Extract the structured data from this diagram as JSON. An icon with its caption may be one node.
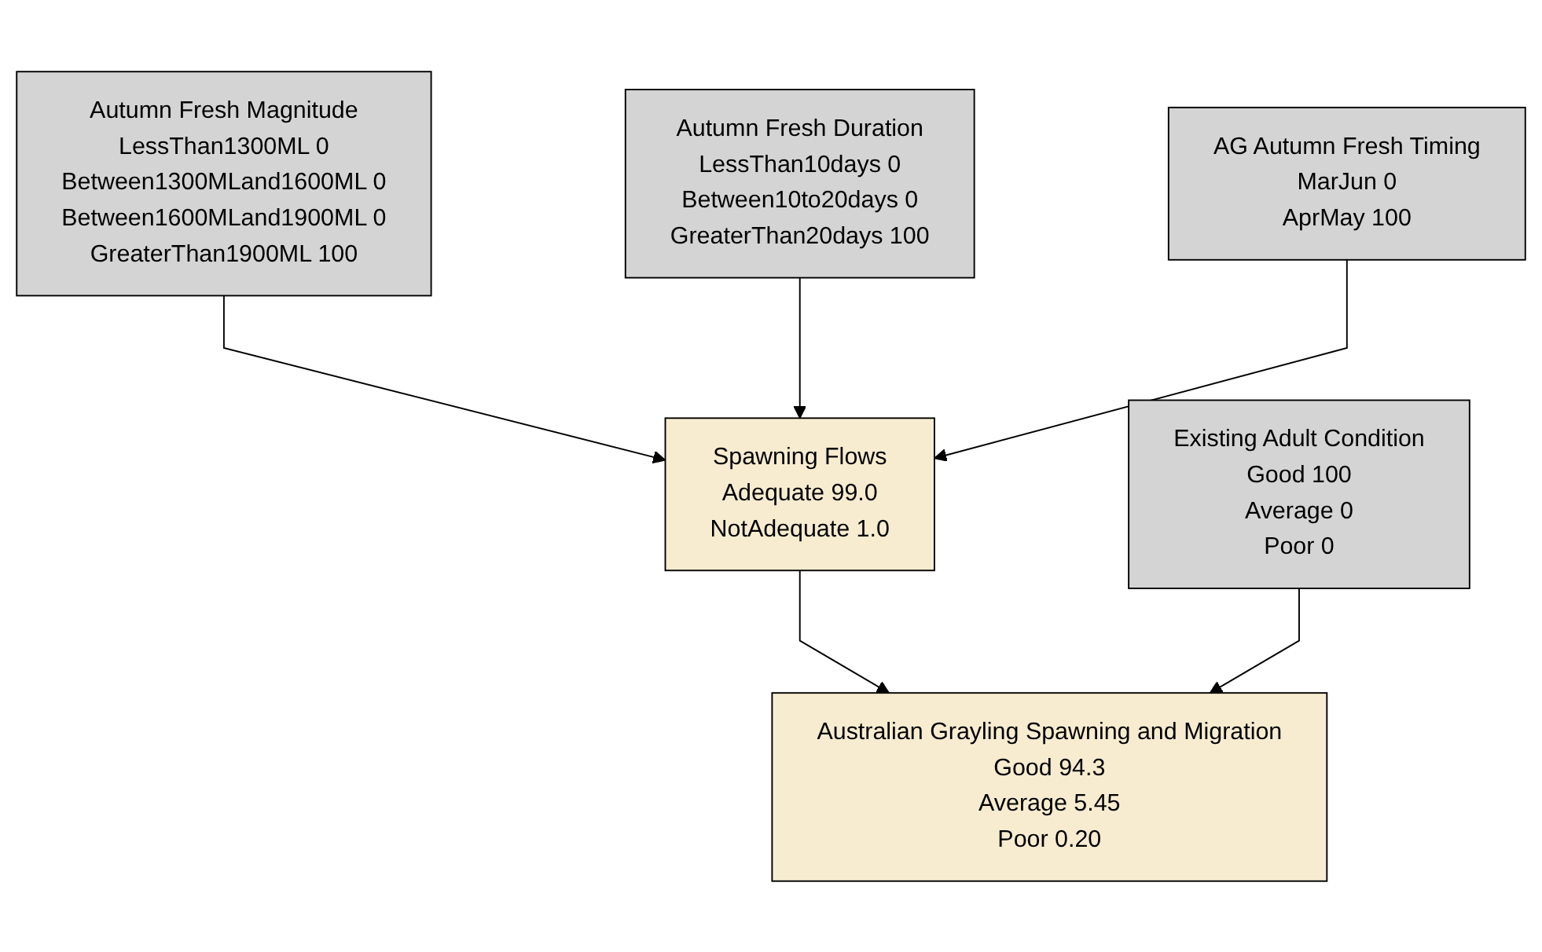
{
  "diagram": {
    "nodes": [
      {
        "text": [
          "Autumn Fresh Magnitude",
          "LessThan1300ML",
          "0",
          "Between1300MLand1600ML",
          "0",
          "Between1600MLand1900ML",
          "0",
          "GreaterThan1900ML",
          "100"
        ]
      },
      {
        "text": [
          "Autumn Fresh Duration",
          "LessThan10days",
          "0",
          "Between10to20days",
          "0",
          "GreaterThan20days",
          "100"
        ]
      },
      {
        "text": [
          "AG Autumn Fresh Timing",
          "MarJun",
          "0",
          "AprMay",
          "100"
        ]
      },
      {
        "text": [
          "Spawning Flows",
          "Adequate",
          "99.0",
          "NotAdequate",
          "1.0"
        ]
      },
      {
        "text": [
          "Existing Adult Condition",
          "Good",
          "100",
          "Average",
          "0",
          "Poor",
          "0"
        ]
      },
      {
        "text": [
          "Australian Grayling Spawning and Migration",
          "Good",
          "94.3",
          "Average",
          "5.45",
          "Poor",
          "0.20"
        ]
      }
    ],
    "edges": [
      {
        "from": 0,
        "to": 3,
        "arrow": "to"
      },
      {
        "from": 1,
        "to": 3,
        "arrow": "to"
      },
      {
        "from": 2,
        "to": 3,
        "arrow": "to"
      },
      {
        "from": 3,
        "to": 5,
        "arrow": "to"
      },
      {
        "from": 4,
        "to": 5,
        "arrow": "to"
      }
    ]
  }
}
